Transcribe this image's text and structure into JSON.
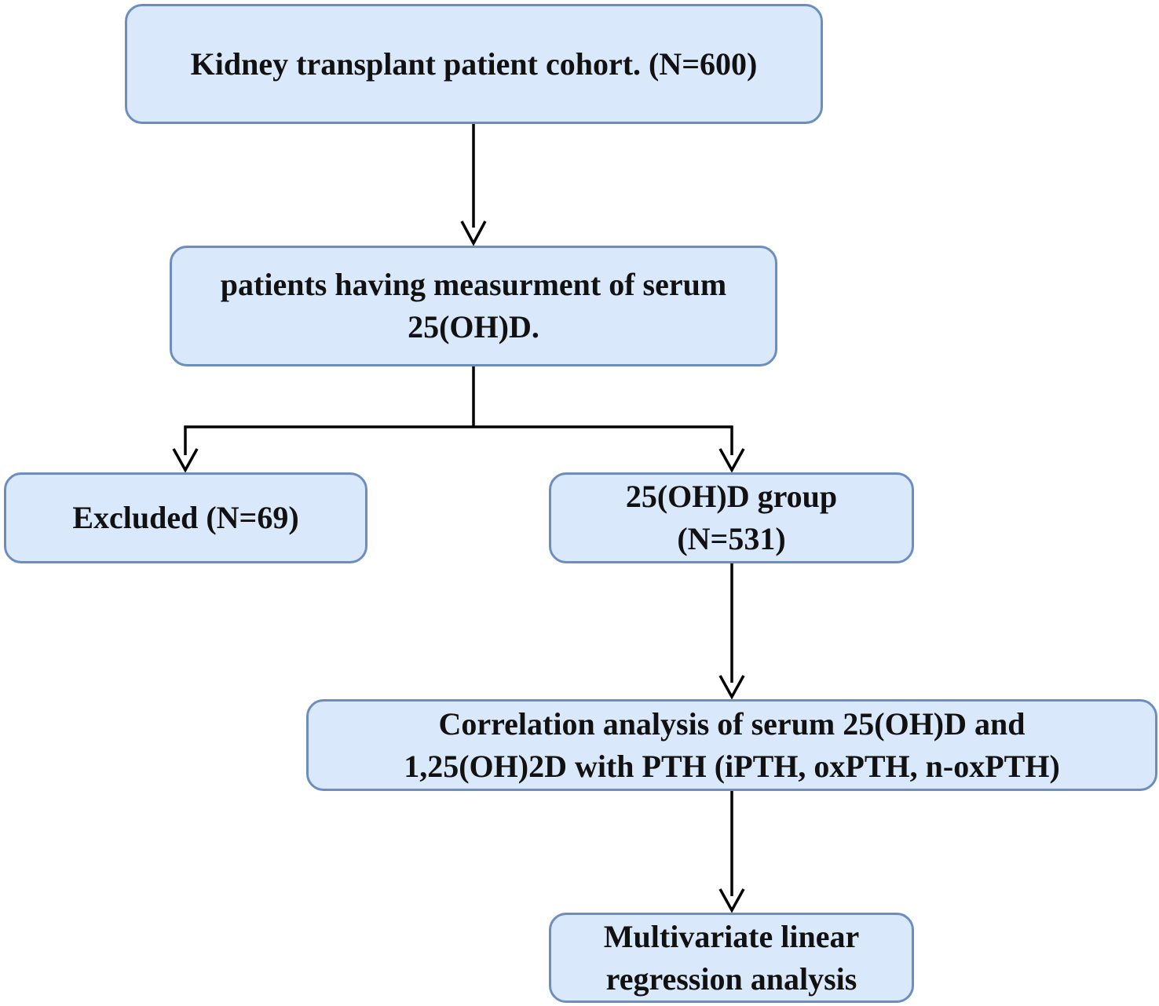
{
  "diagram": {
    "nodes": {
      "cohort": {
        "lines": [
          "Kidney transplant patient cohort. (N=600)"
        ]
      },
      "measured": {
        "lines": [
          "patients having measurment of serum",
          "25(OH)D."
        ]
      },
      "excluded": {
        "lines": [
          "Excluded (N=69)"
        ]
      },
      "group": {
        "lines": [
          "25(OH)D group",
          "(N=531)"
        ]
      },
      "correlation": {
        "lines": [
          "Correlation analysis of serum 25(OH)D and",
          "1,25(OH)2D with PTH (iPTH, oxPTH, n-oxPTH)"
        ]
      },
      "regression": {
        "lines": [
          "Multivariate linear",
          "regression analysis"
        ]
      }
    },
    "edges": [
      {
        "from": "cohort",
        "to": "measured"
      },
      {
        "from": "measured",
        "to": "excluded"
      },
      {
        "from": "measured",
        "to": "group"
      },
      {
        "from": "group",
        "to": "correlation"
      },
      {
        "from": "correlation",
        "to": "regression"
      }
    ],
    "colors": {
      "fill": "#dae8fc",
      "stroke": "#6c8ebf",
      "edge": "#000000",
      "text": "#111111"
    }
  }
}
